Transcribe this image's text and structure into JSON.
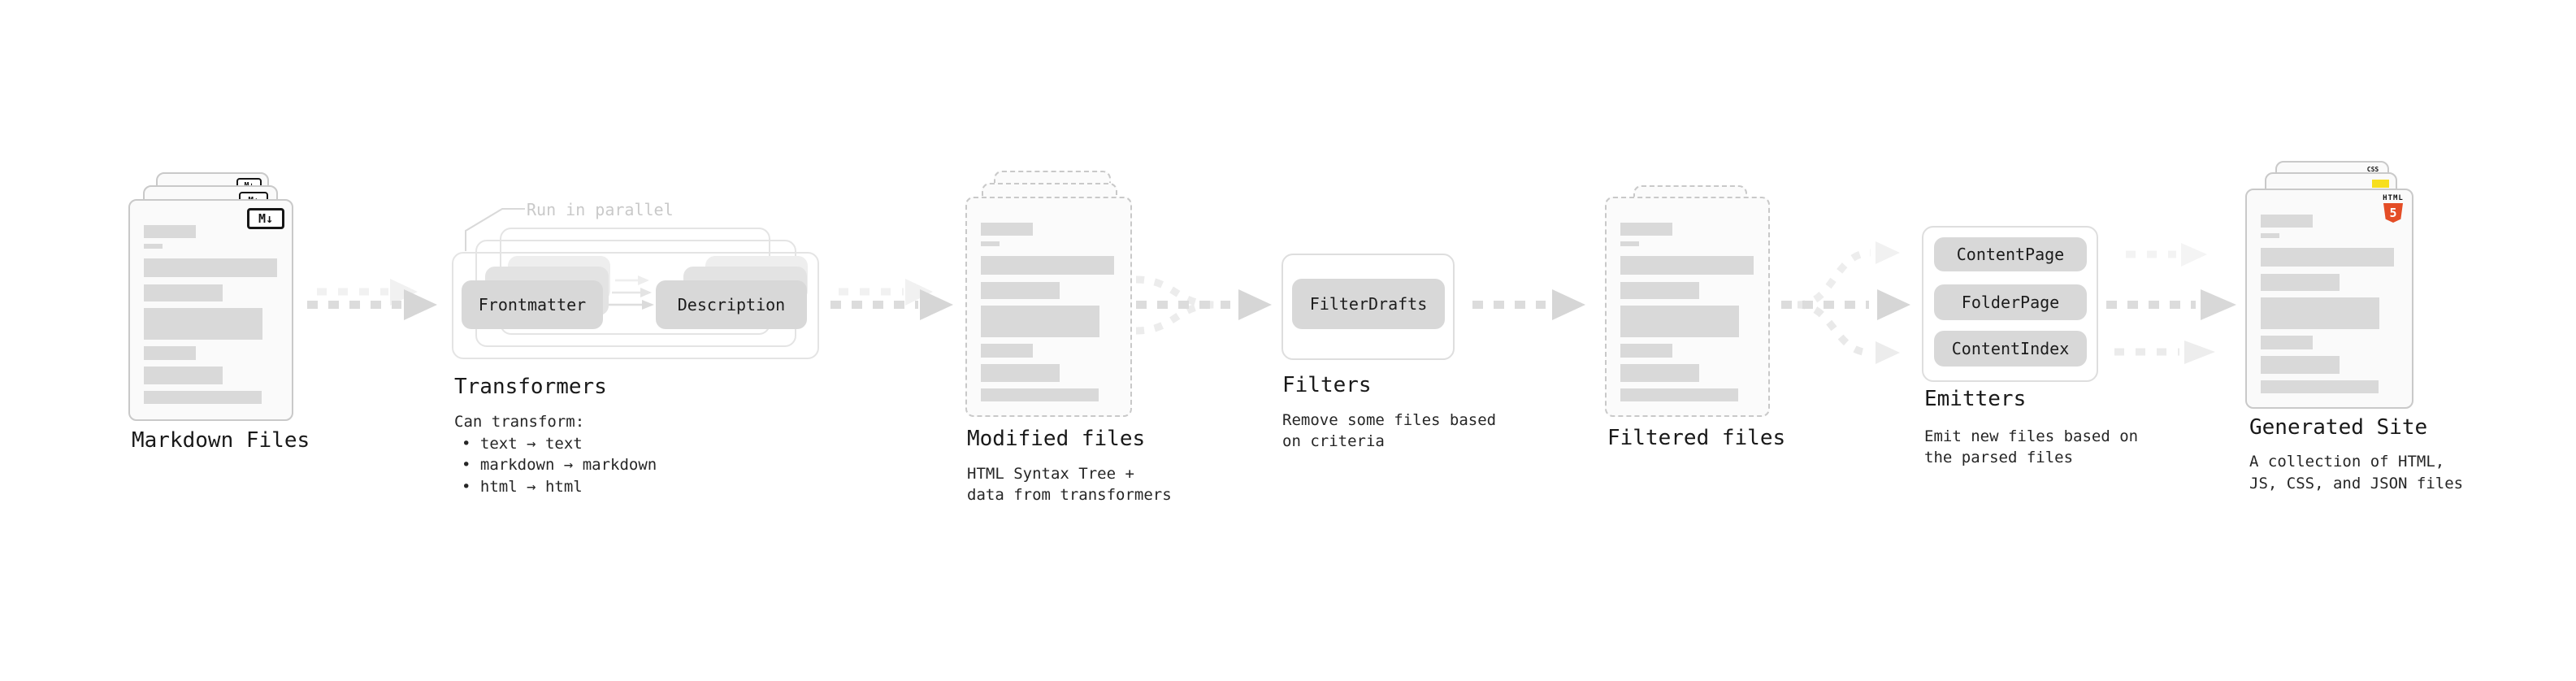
{
  "stages": {
    "markdown_files": {
      "title": "Markdown Files",
      "icon": "M↓"
    },
    "transformers": {
      "title": "Transformers",
      "note": "Run in parallel",
      "chips": [
        "Frontmatter",
        "Description"
      ],
      "subtitle": "Can transform:",
      "bullets": [
        "• text → text",
        "• markdown → markdown",
        "• html → html"
      ]
    },
    "modified_files": {
      "title": "Modified files",
      "description": [
        "HTML Syntax Tree +",
        "data from transformers"
      ]
    },
    "filters": {
      "title": "Filters",
      "chips": [
        "FilterDrafts"
      ],
      "description": [
        "Remove some files based",
        "on criteria"
      ]
    },
    "filtered_files": {
      "title": "Filtered files"
    },
    "emitters": {
      "title": "Emitters",
      "chips": [
        "ContentPage",
        "FolderPage",
        "ContentIndex"
      ],
      "description": [
        "Emit new files based on",
        "the parsed files"
      ]
    },
    "generated_site": {
      "title": "Generated Site",
      "description": [
        "A collection of HTML,",
        "JS, CSS, and JSON files"
      ],
      "badges": {
        "html5_label": "HTML",
        "html5_number": "5",
        "css_label": "CSS"
      }
    }
  },
  "colors": {
    "background": "#ffffff",
    "doc_fill": "#fafafa",
    "doc_border": "#c9c9c9",
    "placeholder_bar": "#d9d9d9",
    "chip_fill": "#d8d8d8",
    "chip_text": "#1c1c1c",
    "group_box_border": "#e4e4e4",
    "arrow_main": "#dcdcdc",
    "arrow_light": "#f0f0f0",
    "note_text": "#c9c9c9",
    "title_text": "#191919",
    "body_text": "#262626",
    "html5_orange": "#e44d26",
    "js_yellow": "#f7df1e",
    "css_blue": "#2965f1"
  }
}
